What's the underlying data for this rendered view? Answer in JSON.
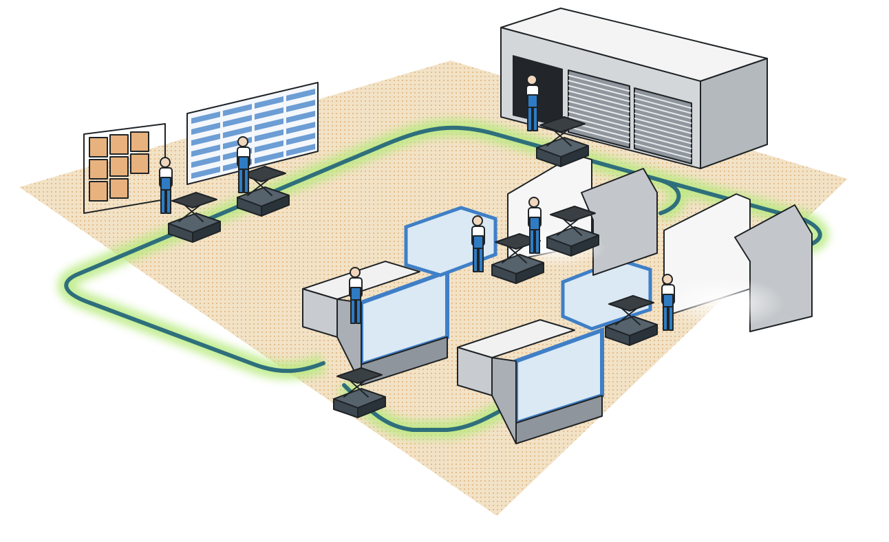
{
  "colors": {
    "background": "#ffffff",
    "floor": "#f2e2c6",
    "floor_dots": "#d9a05e",
    "agv_path": "#2f6f7c",
    "path_glow": "#b7ea7e",
    "machine_blue": "#3f7fc7",
    "glass": "#dbe9f4",
    "metal": "#c8ccd0",
    "metal_dark": "#8e959c",
    "agv_body": "#3c4750",
    "worker_shirt": "#ffffff",
    "worker_overalls": "#2f7cc4",
    "crate": "#e8b27e"
  },
  "scene": {
    "agv_count": 7,
    "worker_count": 7,
    "machining_centers": 4,
    "roller_door_cells": 2,
    "icons": [
      "agv-icon",
      "worker-icon",
      "machine-icon",
      "shelf-icon",
      "warehouse-icon"
    ]
  }
}
